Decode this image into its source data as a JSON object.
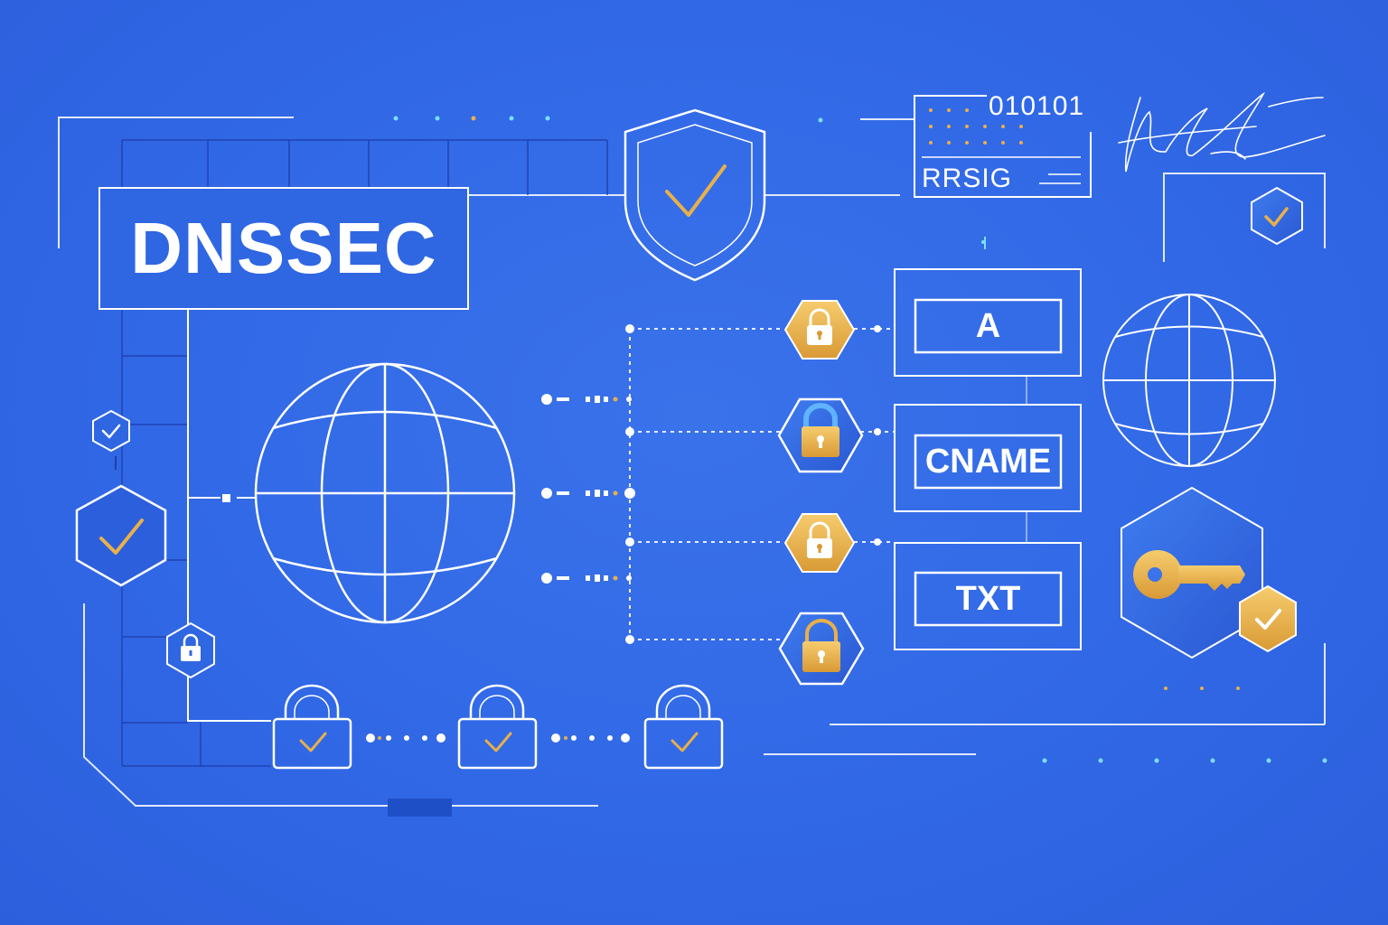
{
  "title": "DNSSEC",
  "records": [
    "A",
    "CNAME",
    "TXT"
  ],
  "signature": {
    "label": "RRSIG",
    "bits": "010101"
  },
  "colors": {
    "background": "#3168e6",
    "line": "#ffffff",
    "accent_gold": "#e8b04b",
    "hex_fill": "#2f63dc"
  },
  "icons": [
    "shield-check-icon",
    "globe-icon",
    "padlock-icon",
    "key-icon",
    "check-badge-icon",
    "signature-icon"
  ]
}
